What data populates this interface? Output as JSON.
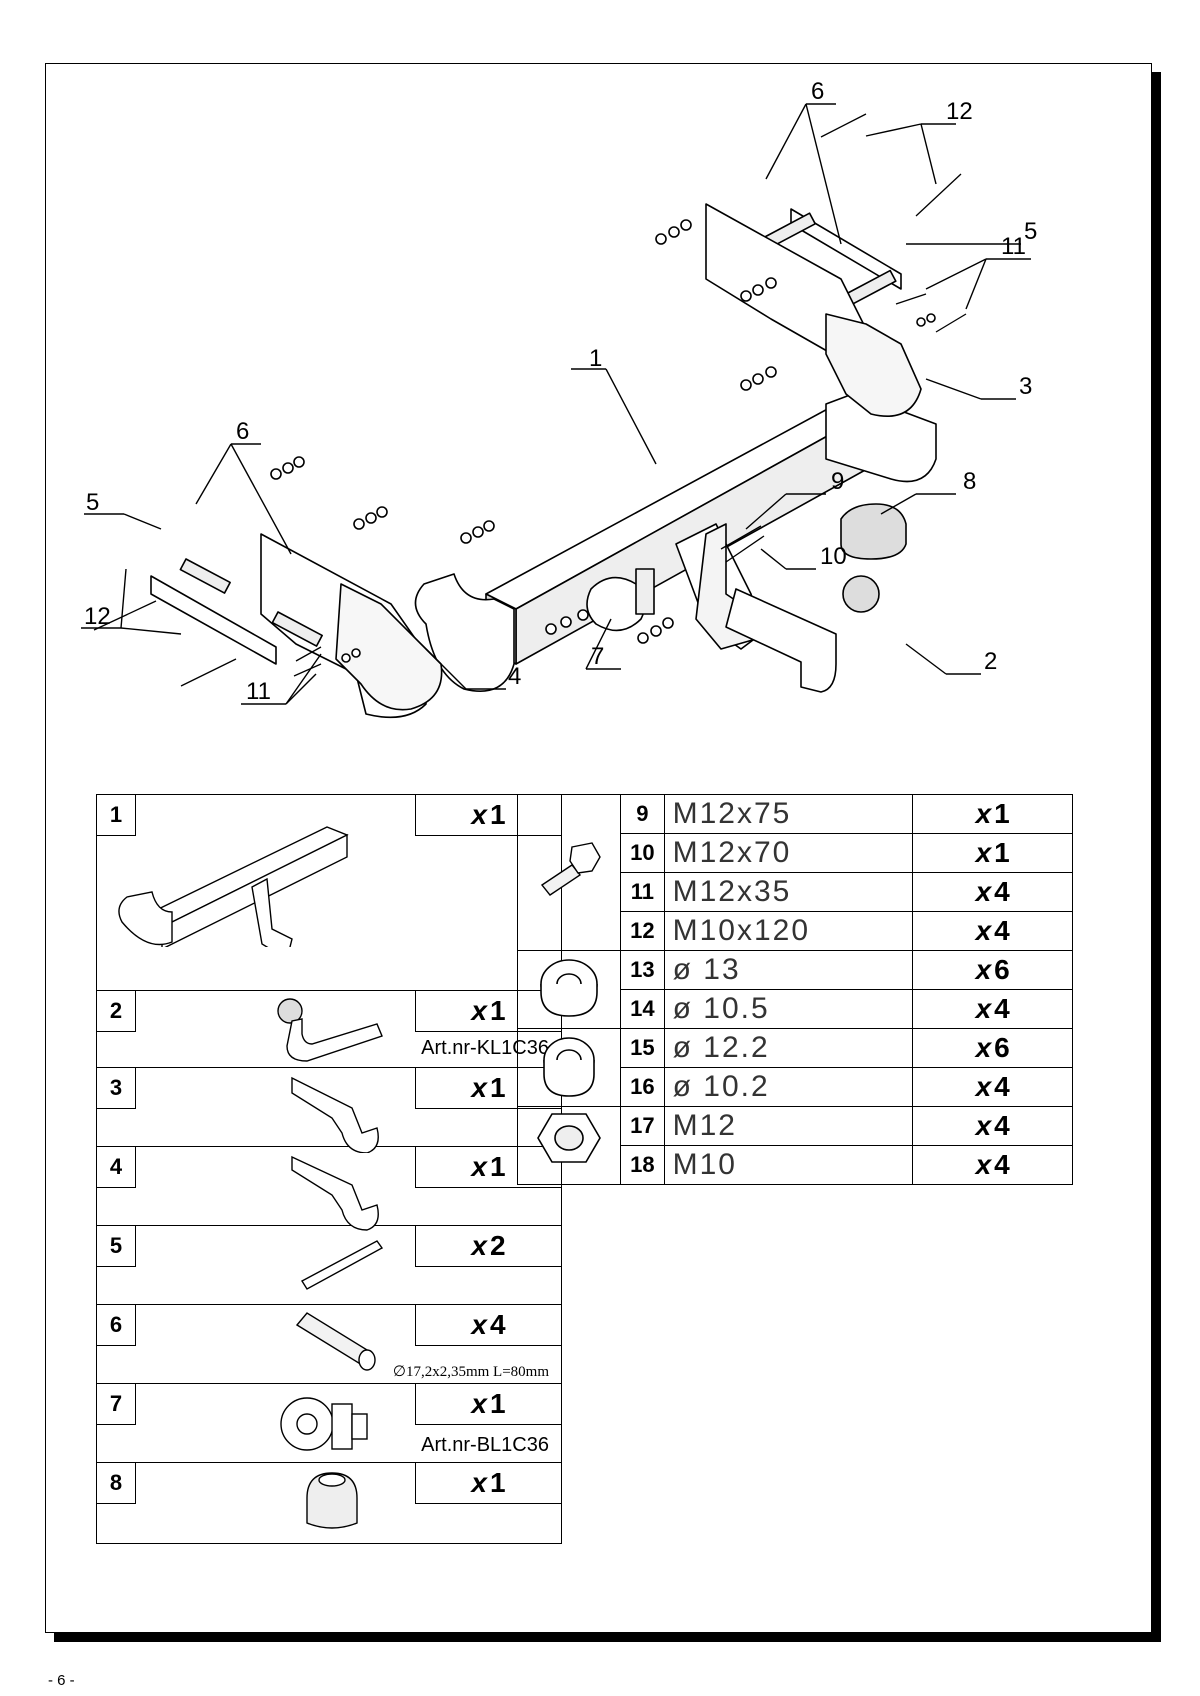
{
  "callouts": [
    "1",
    "2",
    "3",
    "4",
    "5",
    "5",
    "6",
    "6",
    "7",
    "8",
    "9",
    "10",
    "11",
    "11",
    "12",
    "12"
  ],
  "parts_main": [
    {
      "num": "1",
      "qty_x": "x",
      "qty": "1",
      "note": "",
      "icon": "crossbar-icon"
    },
    {
      "num": "2",
      "qty_x": "x",
      "qty": "1",
      "note": "Art.nr-KL1C36",
      "icon": "towball-neck-icon"
    },
    {
      "num": "3",
      "qty_x": "x",
      "qty": "1",
      "note": "",
      "icon": "bracket-right-icon"
    },
    {
      "num": "4",
      "qty_x": "x",
      "qty": "1",
      "note": "",
      "icon": "bracket-left-icon"
    },
    {
      "num": "5",
      "qty_x": "x",
      "qty": "2",
      "note": "",
      "icon": "flat-plate-icon"
    },
    {
      "num": "6",
      "qty_x": "x",
      "qty": "4",
      "note": "∅17,2x2,35mm L=80mm",
      "icon": "spacer-tube-icon"
    },
    {
      "num": "7",
      "qty_x": "x",
      "qty": "1",
      "note": "Art.nr-BL1C36",
      "icon": "socket-plate-icon"
    },
    {
      "num": "8",
      "qty_x": "x",
      "qty": "1",
      "note": "",
      "icon": "ball-cover-icon"
    }
  ],
  "parts_hw": [
    {
      "num": "9",
      "size": "M12x75",
      "qty_x": "x",
      "qty": "1"
    },
    {
      "num": "10",
      "size": "M12x70",
      "qty_x": "x",
      "qty": "1"
    },
    {
      "num": "11",
      "size": "M12x35",
      "qty_x": "x",
      "qty": "4"
    },
    {
      "num": "12",
      "size": "M10x120",
      "qty_x": "x",
      "qty": "4"
    },
    {
      "num": "13",
      "size": "ø 13",
      "qty_x": "x",
      "qty": "6"
    },
    {
      "num": "14",
      "size": "ø 10.5",
      "qty_x": "x",
      "qty": "4"
    },
    {
      "num": "15",
      "size": "ø 12.2",
      "qty_x": "x",
      "qty": "6"
    },
    {
      "num": "16",
      "size": "ø 10.2",
      "qty_x": "x",
      "qty": "4"
    },
    {
      "num": "17",
      "size": "M12",
      "qty_x": "x",
      "qty": "4"
    },
    {
      "num": "18",
      "size": "M10",
      "qty_x": "x",
      "qty": "4"
    }
  ],
  "page_number": "- 6 -"
}
